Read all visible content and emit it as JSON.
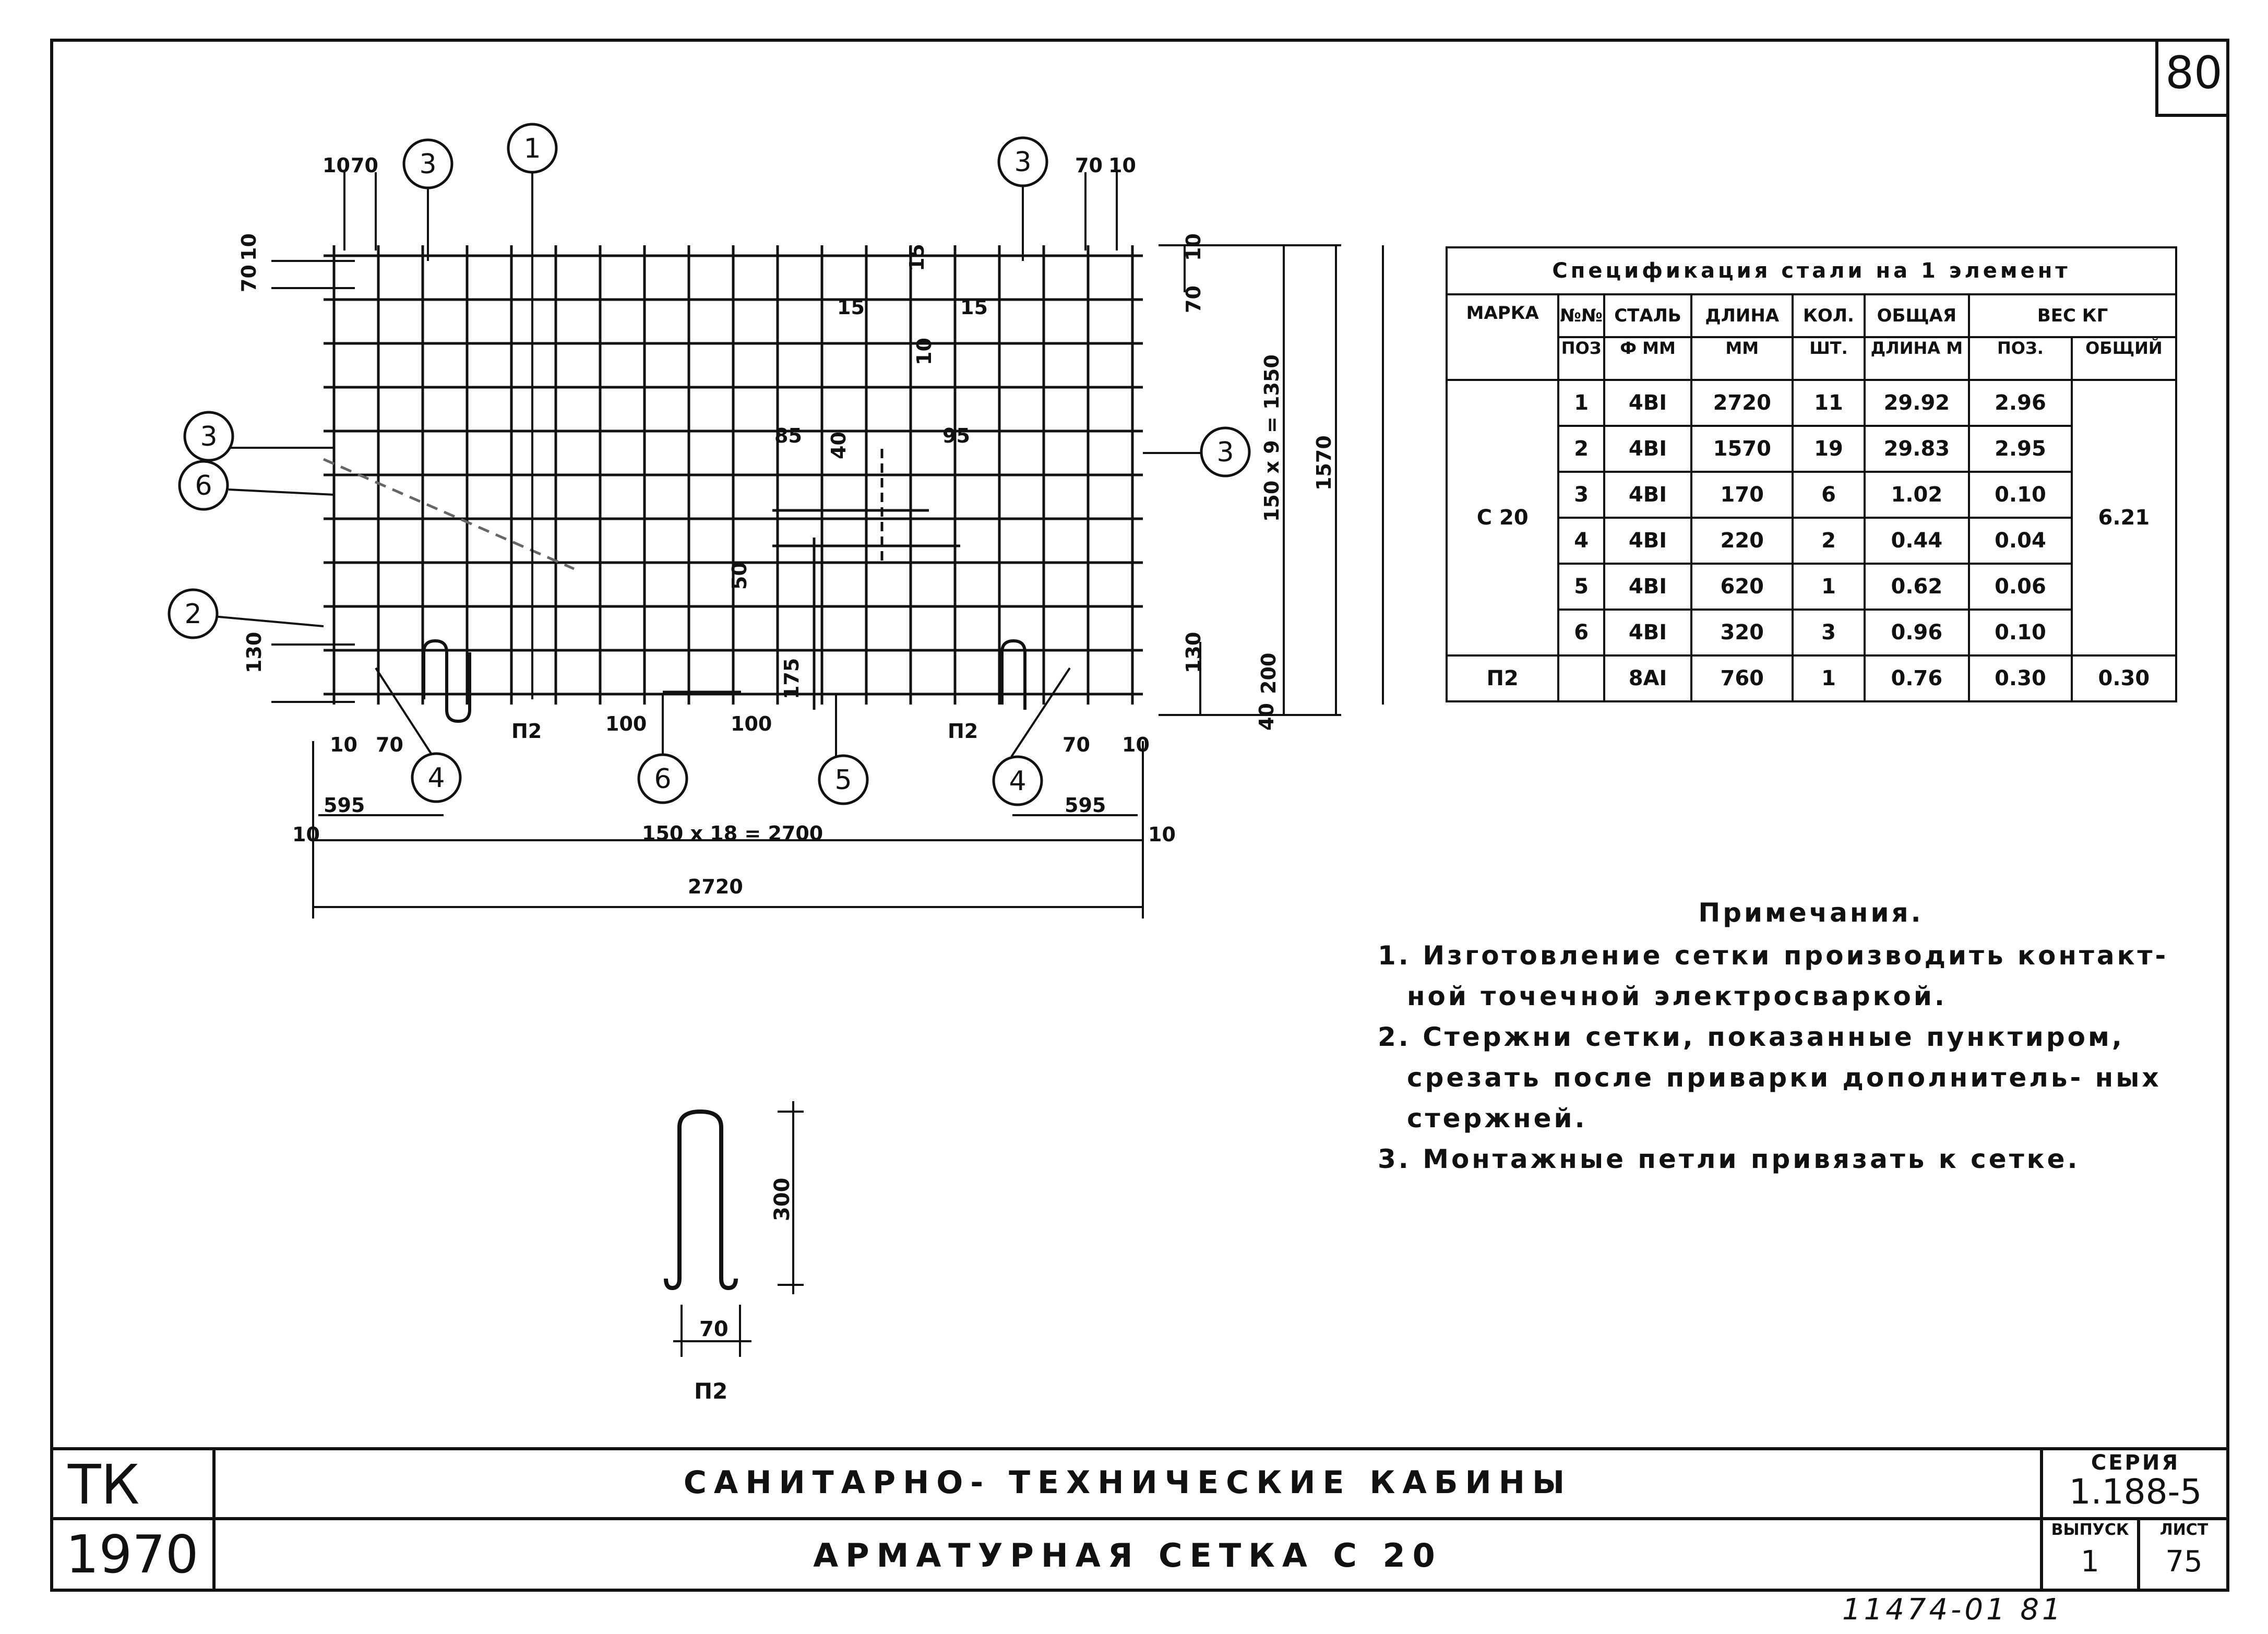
{
  "sheet_number": "80",
  "title_block": {
    "code": "ТК",
    "year": "1970",
    "project_title": "САНИТАРНО- ТЕХНИЧЕСКИЕ КАБИНЫ",
    "drawing_title": "АРМАТУРНАЯ СЕТКА С 20",
    "series_label": "СЕРИЯ",
    "series_value": "1.188-5",
    "issue_label": "ВЫПУСК",
    "issue_value": "1",
    "sheet_label": "ЛИСТ",
    "sheet_value": "75"
  },
  "stamp": "11474-01 81",
  "spec_table": {
    "title": "Спецификация стали на 1 элемент",
    "headers": {
      "mark": "МАРКА",
      "pos_no_top": "№№",
      "pos_no_bottom": "ПОЗ",
      "steel_top": "СТАЛЬ",
      "steel_bottom": "Ф ММ",
      "length_top": "ДЛИНА",
      "length_bottom": "ММ",
      "qty_top": "КОЛ.",
      "qty_bottom": "ШТ.",
      "total_len_top": "ОБЩАЯ",
      "total_len_bottom": "ДЛИНА М",
      "weight": "ВЕС КГ",
      "weight_pos": "ПОЗ.",
      "weight_total": "ОБЩИЙ"
    },
    "mark_c20": "С 20",
    "rows": [
      {
        "pos": "1",
        "steel": "4BI",
        "length": "2720",
        "qty": "11",
        "total": "29.92",
        "weight": "2.96"
      },
      {
        "pos": "2",
        "steel": "4BI",
        "length": "1570",
        "qty": "19",
        "total": "29.83",
        "weight": "2.95"
      },
      {
        "pos": "3",
        "steel": "4BI",
        "length": "170",
        "qty": "6",
        "total": "1.02",
        "weight": "0.10"
      },
      {
        "pos": "4",
        "steel": "4BI",
        "length": "220",
        "qty": "2",
        "total": "0.44",
        "weight": "0.04"
      },
      {
        "pos": "5",
        "steel": "4BI",
        "length": "620",
        "qty": "1",
        "total": "0.62",
        "weight": "0.06"
      },
      {
        "pos": "6",
        "steel": "4BI",
        "length": "320",
        "qty": "3",
        "total": "0.96",
        "weight": "0.10"
      }
    ],
    "c20_total": "6.21",
    "p2_row": {
      "mark": "П2",
      "pos": "",
      "steel": "8AI",
      "length": "760",
      "qty": "1",
      "total": "0.76",
      "weight": "0.30",
      "weight_total": "0.30"
    }
  },
  "notes": {
    "title": "Примечания.",
    "items": [
      "1. Изготовление сетки производить контакт- ной точечной электросваркой.",
      "2. Стержни сетки, показанные пунктиром, срезать после приварки дополнитель- ных стержней.",
      "3. Монтажные петли привязать к сетке."
    ]
  },
  "drawing": {
    "callouts": [
      "1",
      "2",
      "3",
      "4",
      "5",
      "6"
    ],
    "dims": {
      "bottom_chain": "150 x 18 = 2700",
      "overall_width": "2720",
      "right_chain": "150 x 9 = 1350",
      "overall_height": "1570",
      "d10": "10",
      "d70": "70",
      "d15": "15",
      "d595": "595",
      "d130": "130",
      "d200": "200",
      "d100": "100",
      "d175": "175",
      "d50": "50",
      "d40": "40",
      "d85": "85",
      "d95": "95",
      "d300": "300",
      "p2_label": "П2"
    }
  }
}
